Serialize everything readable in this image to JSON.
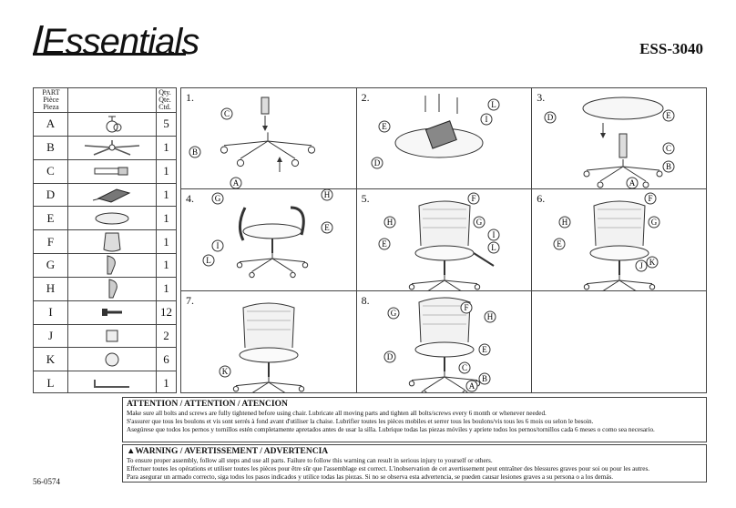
{
  "brand": "Essentials",
  "model": "ESS-3040",
  "parts_header": {
    "part": "PART\nPièce\nPieza",
    "qty": "Qty.\nQte.\nCtd."
  },
  "parts": [
    {
      "letter": "A",
      "qty": "5",
      "icon": "caster-icon"
    },
    {
      "letter": "B",
      "qty": "1",
      "icon": "base-icon"
    },
    {
      "letter": "C",
      "qty": "1",
      "icon": "gas-lift-icon"
    },
    {
      "letter": "D",
      "qty": "1",
      "icon": "mechanism-icon"
    },
    {
      "letter": "E",
      "qty": "1",
      "icon": "seat-icon"
    },
    {
      "letter": "F",
      "qty": "1",
      "icon": "backrest-icon"
    },
    {
      "letter": "G",
      "qty": "1",
      "icon": "left-arm-icon"
    },
    {
      "letter": "H",
      "qty": "1",
      "icon": "right-arm-icon"
    },
    {
      "letter": "I",
      "qty": "12",
      "icon": "bolt-icon"
    },
    {
      "letter": "J",
      "qty": "2",
      "icon": "cap-icon"
    },
    {
      "letter": "K",
      "qty": "6",
      "icon": "washer-icon"
    },
    {
      "letter": "L",
      "qty": "1",
      "icon": "allen-key-icon"
    }
  ],
  "steps": [
    {
      "num": "1.",
      "labels": [
        "C",
        "B",
        "A"
      ]
    },
    {
      "num": "2.",
      "labels": [
        "L",
        "I",
        "E",
        "D"
      ]
    },
    {
      "num": "3.",
      "labels": [
        "D",
        "E",
        "C",
        "B",
        "A"
      ]
    },
    {
      "num": "4.",
      "labels": [
        "G",
        "H",
        "E",
        "I",
        "L"
      ]
    },
    {
      "num": "5.",
      "labels": [
        "F",
        "H",
        "G",
        "I",
        "L",
        "E"
      ]
    },
    {
      "num": "6.",
      "labels": [
        "F",
        "H",
        "G",
        "E",
        "J",
        "K"
      ]
    },
    {
      "num": "7.",
      "labels": [
        "K"
      ]
    },
    {
      "num": "8.",
      "labels": [
        "G",
        "F",
        "H",
        "D",
        "E",
        "C",
        "B",
        "A"
      ]
    }
  ],
  "attention": {
    "title": "ATTENTION / ATTENTION / ATENCION",
    "lines": [
      "Make sure all bolts and screws are fully tightened before using chair. Lubricate all moving parts and tighten all bolts/screws every 6 month or whenever needed.",
      "S'assurer que tous les boulons et vis sont serrés à fond avant d'utiliser la chaise. Lubrifier toutes les pièces mobiles et serrer tous les boulons/vis tous les 6 mois ou selon le besoin.",
      "Asegúrese que todos los pernos y tornillos estén completamente apretados antes de usar la silla. Lubrique todas las piezas móviles y apriete todos los pernos/tornillos cada 6 meses o como sea necesario."
    ]
  },
  "warning": {
    "title": "▲WARNING / AVERTISSEMENT / ADVERTENCIA",
    "lines": [
      "To ensure proper assembly, follow all steps and use all parts. Failure to follow this warning can result in serious injury to yourself or others.",
      "Effectuer toutes les opérations et utiliser toutes les pièces pour être sûr que l'assemblage est correct. L'inobservation de cet avertissement peut entraîner des blessures graves pour soi ou pour les autres.",
      "Para asegurar un armado correcto, siga todos los pasos indicados y utilice todas las piezas. Si no se observa esta advertencia, se pueden causar lesiones graves a su persona o a los demás."
    ]
  },
  "doc_code": "56-0574"
}
